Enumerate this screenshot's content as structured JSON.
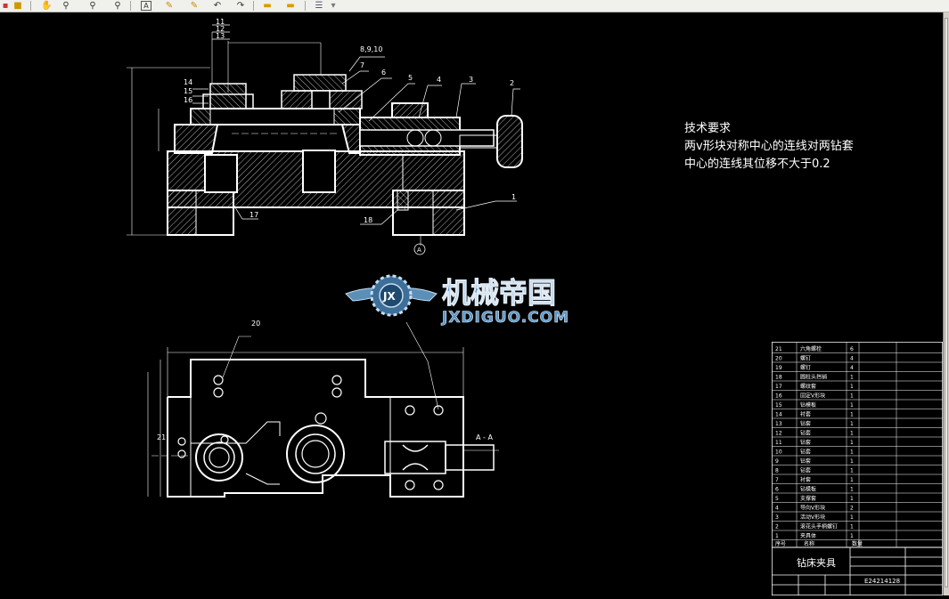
{
  "toolbar": {
    "icons": [
      "folder-icon",
      "lock-icon",
      "pan-icon",
      "zoom-realtime-icon",
      "zoom-window-icon",
      "zoom-previous-icon",
      "text-icon",
      "pencil-icon",
      "highlighter-icon",
      "undo-icon",
      "redo-icon",
      "layer-icon",
      "layer-state-icon",
      "layers-stack-icon",
      "dropdown-icon"
    ]
  },
  "drawing": {
    "front_view": {
      "labels": [
        "11",
        "12",
        "13",
        "8,9,10",
        "7",
        "6",
        "5",
        "4",
        "3",
        "2",
        "14",
        "15",
        "16",
        "1",
        "17",
        "18"
      ],
      "datum": "A"
    },
    "top_view": {
      "labels": [
        "20",
        "21"
      ],
      "section": "A - A"
    },
    "tech_notes": {
      "title": "技术要求",
      "line1": "两v形块对称中心的连线对两钻套",
      "line2": "中心的连线其位移不大于0.2"
    },
    "watermark": {
      "logo_text": "JX",
      "title": "机械帝国",
      "url": "JXDIGUO.COM"
    }
  },
  "bom": {
    "rows": [
      {
        "no": "21",
        "name": "六角螺栓",
        "qty": "6"
      },
      {
        "no": "20",
        "name": "螺钉",
        "qty": "4"
      },
      {
        "no": "19",
        "name": "螺钉",
        "qty": "4"
      },
      {
        "no": "18",
        "name": "圆柱头挡销",
        "qty": "1"
      },
      {
        "no": "17",
        "name": "螺纹套",
        "qty": "1"
      },
      {
        "no": "16",
        "name": "固定V形块",
        "qty": "1"
      },
      {
        "no": "15",
        "name": "钻模板",
        "qty": "1"
      },
      {
        "no": "14",
        "name": "衬套",
        "qty": "1"
      },
      {
        "no": "13",
        "name": "钻套",
        "qty": "1"
      },
      {
        "no": "12",
        "name": "钻套",
        "qty": "1"
      },
      {
        "no": "11",
        "name": "钻套",
        "qty": "1"
      },
      {
        "no": "10",
        "name": "钻套",
        "qty": "1"
      },
      {
        "no": "9",
        "name": "钻套",
        "qty": "1"
      },
      {
        "no": "8",
        "name": "钻套",
        "qty": "1"
      },
      {
        "no": "7",
        "name": "衬套",
        "qty": "1"
      },
      {
        "no": "6",
        "name": "钻模板",
        "qty": "1"
      },
      {
        "no": "5",
        "name": "支撑套",
        "qty": "1"
      },
      {
        "no": "4",
        "name": "导向V形块",
        "qty": "2"
      },
      {
        "no": "3",
        "name": "活动V形块",
        "qty": "1"
      },
      {
        "no": "2",
        "name": "滚花头手柄螺钉",
        "qty": "1"
      },
      {
        "no": "1",
        "name": "夹具体",
        "qty": "1"
      }
    ],
    "header": {
      "no": "序号",
      "name": "名称",
      "qty": "数量"
    },
    "title": "钻床夹具",
    "drawing_no": "E24214128"
  }
}
